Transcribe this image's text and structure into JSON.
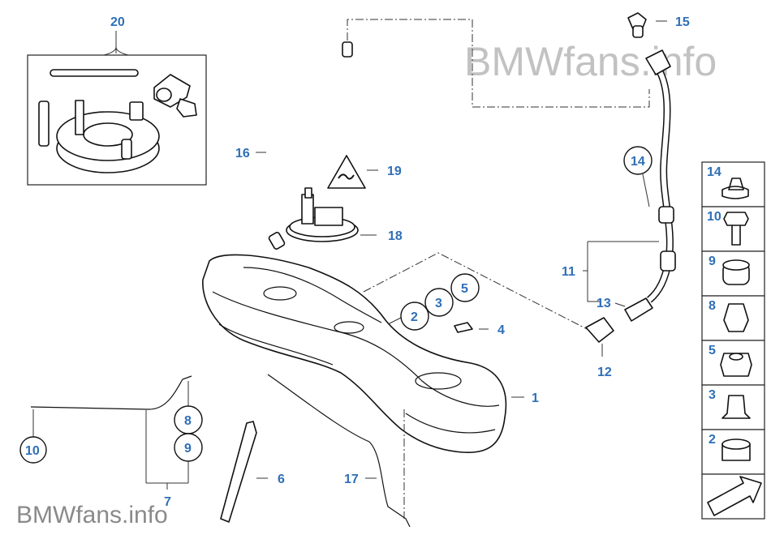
{
  "watermark": "BMWfans.info",
  "callouts": {
    "c1": "1",
    "c2": "2",
    "c3": "3",
    "c4": "4",
    "c5": "5",
    "c6": "6",
    "c7": "7",
    "c8": "8",
    "c9": "9",
    "c10": "10",
    "c11": "11",
    "c12": "12",
    "c13": "13",
    "c14": "14",
    "c15": "15",
    "c16": "16",
    "c17": "17",
    "c18": "18",
    "c19": "19",
    "c20": "20"
  },
  "side_panel": {
    "items": [
      "14",
      "10",
      "9",
      "8",
      "5",
      "3",
      "2"
    ]
  },
  "colors": {
    "callout": "#2f6fb6",
    "watermark": "#c2c2c2",
    "line": "#111111"
  }
}
